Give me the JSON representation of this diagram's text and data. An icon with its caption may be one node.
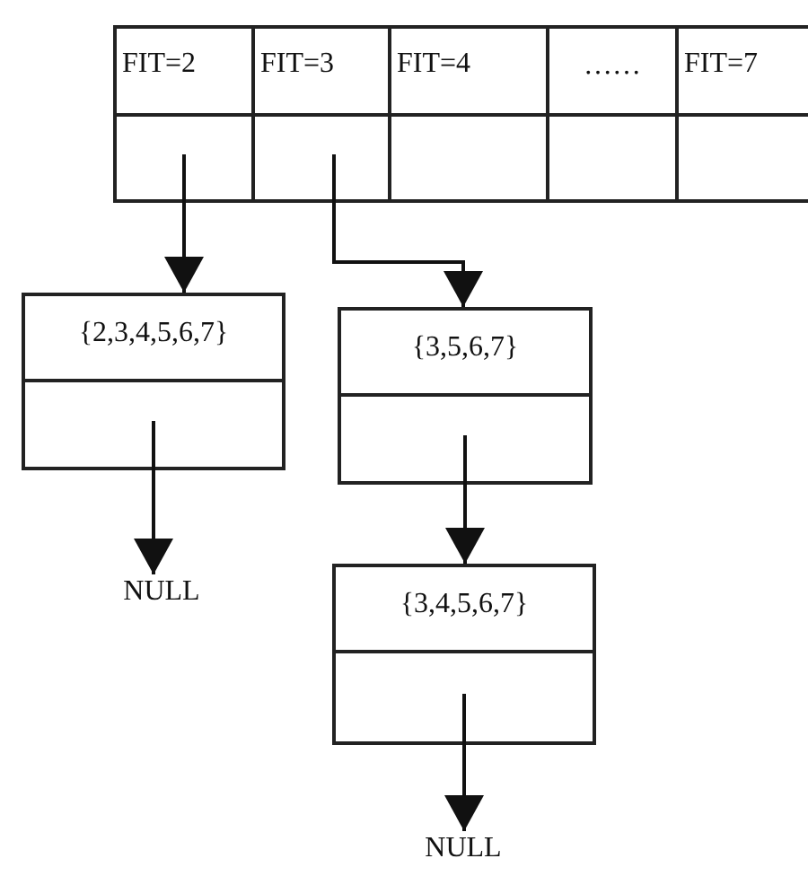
{
  "diagram": {
    "nodes": [
      {
        "text": [
          "FIT=2"
        ]
      },
      {
        "text": [
          "FIT=3"
        ]
      },
      {
        "text": [
          "FIT=4"
        ]
      },
      {
        "text": [
          "……"
        ]
      },
      {
        "text": [
          "FIT=7"
        ]
      },
      {
        "text": [],
        "shape": "box"
      },
      {
        "text": [],
        "shape": "box"
      },
      {
        "text": [],
        "shape": "box"
      },
      {
        "text": [],
        "shape": "box"
      },
      {
        "text": [],
        "shape": "box"
      },
      {
        "text": [
          "{2,3,4,5,6,7}"
        ]
      },
      {
        "text": [],
        "shape": "box",
        "in": 10
      },
      {
        "text": [
          "{3,5,6,7}"
        ]
      },
      {
        "text": [],
        "shape": "box",
        "in": 12
      },
      {
        "text": [
          "{3,4,5,6,7}"
        ]
      },
      {
        "text": [],
        "shape": "box",
        "in": 14
      },
      {
        "text": [
          "NULL"
        ]
      },
      {
        "text": [
          "NULL"
        ]
      }
    ],
    "edges": [
      {
        "from": 5,
        "to": 10,
        "arrow": "to"
      },
      {
        "from": 6,
        "to": 12,
        "arrow": "to"
      },
      {
        "from": 11,
        "to": 16,
        "arrow": "to"
      },
      {
        "from": 13,
        "to": 14,
        "arrow": "to"
      },
      {
        "from": 15,
        "to": 17,
        "arrow": "to"
      }
    ]
  }
}
